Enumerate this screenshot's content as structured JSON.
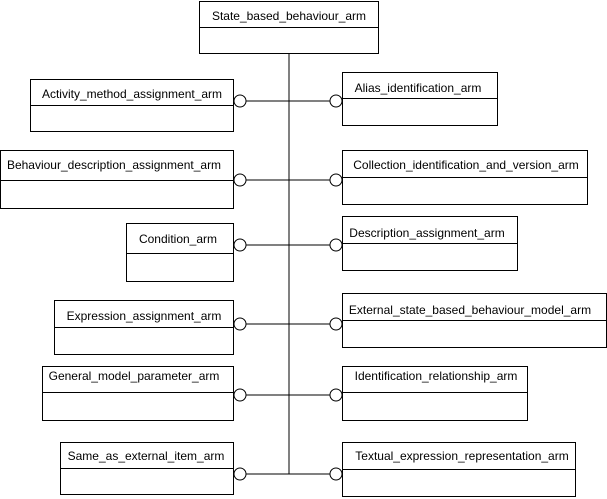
{
  "root": {
    "name": "State_based_behaviour_arm"
  },
  "left_modules": [
    {
      "name": "Activity_method_assignment_arm"
    },
    {
      "name": "Behaviour_description_assignment_arm"
    },
    {
      "name": "Condition_arm"
    },
    {
      "name": "Expression_assignment_arm"
    },
    {
      "name": "General_model_parameter_arm"
    },
    {
      "name": "Same_as_external_item_arm"
    }
  ],
  "right_modules": [
    {
      "name": "Alias_identification_arm"
    },
    {
      "name": "Collection_identification_and_version_arm"
    },
    {
      "name": "Description_assignment_arm"
    },
    {
      "name": "External_state_based_behaviour_model_arm"
    },
    {
      "name": "Identification_relationship_arm"
    },
    {
      "name": "Textual_expression_representation_arm"
    }
  ]
}
